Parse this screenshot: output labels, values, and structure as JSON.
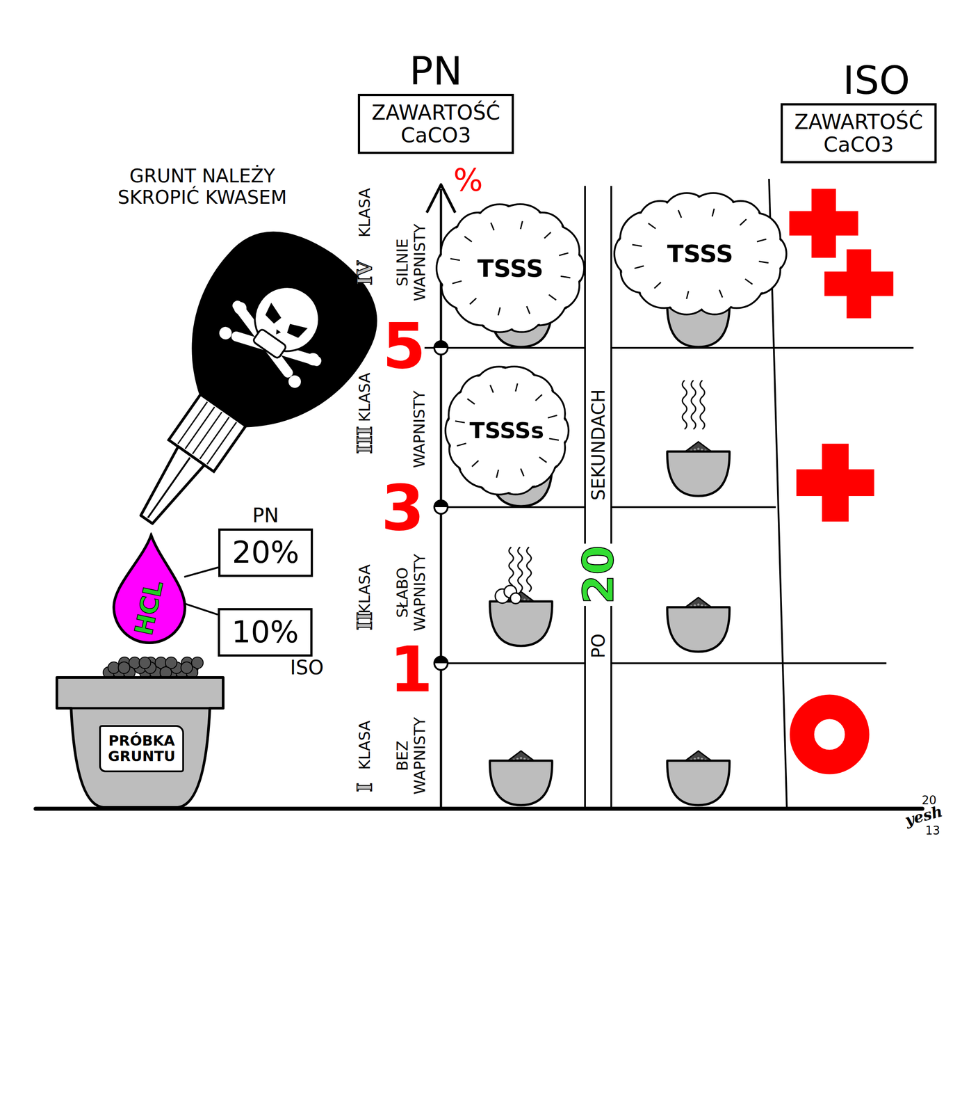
{
  "diagram": {
    "nodes": [
      {
        "text": [
          "PN",
          "ZAWARTOŚĆ CaCO3"
        ]
      },
      {
        "text": [
          "ISO",
          "ZAWARTOŚĆ CaCO3"
        ]
      },
      {
        "text": [
          "TSSS"
        ]
      },
      {
        "text": [
          "TSSS"
        ]
      },
      {
        "text": [
          "TSSSs"
        ]
      },
      {
        "text": [
          "HCL"
        ]
      },
      {
        "text": [
          "PN",
          "20%"
        ]
      },
      {
        "text": [
          "10%",
          "ISO"
        ]
      },
      {
        "text": [
          "PRÓBKA GRUNTU"
        ]
      }
    ],
    "edges": [
      {
        "from": 5,
        "to": 6,
        "arrow": "none"
      },
      {
        "from": 5,
        "to": 7,
        "arrow": "none"
      }
    ],
    "labels": [
      "GRUNT NALEŻY SKROPIĆ KWASEM",
      "%",
      "5",
      "3",
      "1",
      "KLASA",
      "IV",
      "SILNIE WAPNISTY",
      "KLASA",
      "III",
      "WAPNISTY",
      "KLASA",
      "II",
      "SŁABO WAPNISTY",
      "KLASA",
      "I",
      "BEZ WAPNISTY",
      "PO",
      "20",
      "SEKUNDACH",
      "20",
      "yesh",
      "13"
    ]
  }
}
